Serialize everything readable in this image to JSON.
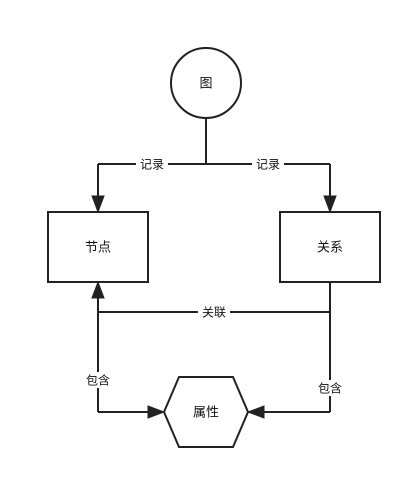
{
  "nodes": {
    "graph": "图",
    "node": "节点",
    "relation": "关系",
    "attribute": "属性"
  },
  "edges": {
    "record_left": "记录",
    "record_right": "记录",
    "associate": "关联",
    "contain_left": "包含",
    "contain_right": "包含"
  }
}
